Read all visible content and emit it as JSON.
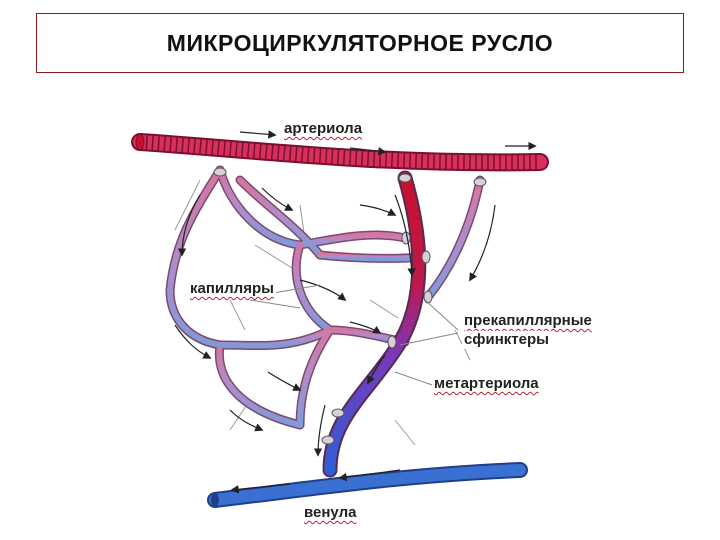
{
  "title": "МИКРОЦИРКУЛЯТОРНОЕ РУСЛО",
  "labels": {
    "arteriole": "артериола",
    "capillaries": "капилляры",
    "sphincters_line1": "прекапиллярные",
    "sphincters_line2": "сфинктеры",
    "metarteriole": "метартериола",
    "venule": "венула"
  },
  "colors": {
    "arterial": "#d8305a",
    "capillary_arterial": "#d77fa0",
    "capillary_venous": "#8ea0d8",
    "venous": "#3a6fd0",
    "metarteriole_top": "#c8102e",
    "metarteriole_bottom": "#2f5fd6",
    "title_border": "#8b1a1a"
  }
}
